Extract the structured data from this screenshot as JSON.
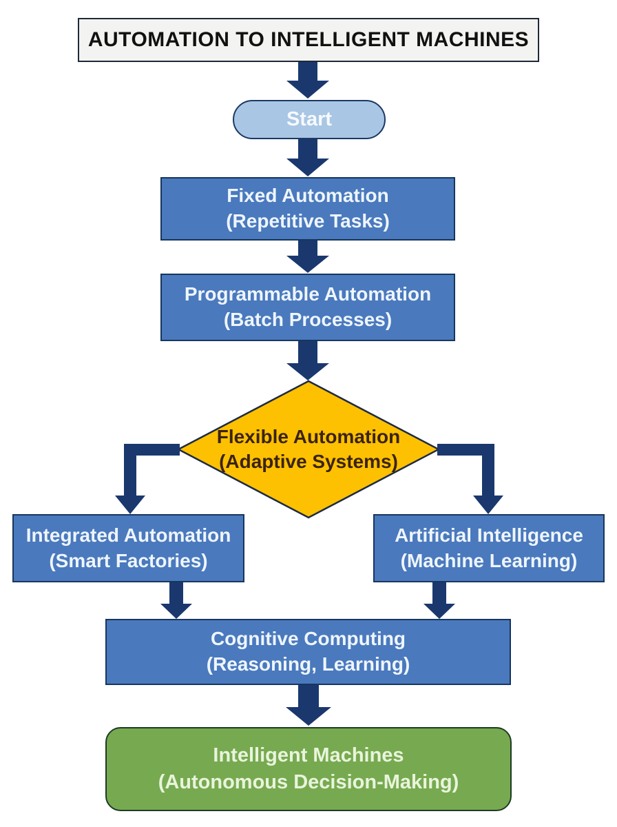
{
  "diagram": {
    "title": "AUTOMATION TO INTELLIGENT MACHINES",
    "nodes": {
      "start": {
        "type": "terminator",
        "label": "Start"
      },
      "fixed": {
        "type": "process",
        "line1": "Fixed Automation",
        "line2": "(Repetitive Tasks)"
      },
      "programmable": {
        "type": "process",
        "line1": "Programmable Automation",
        "line2": "(Batch Processes)"
      },
      "flexible": {
        "type": "decision",
        "line1": "Flexible Automation",
        "line2": "(Adaptive Systems)"
      },
      "integrated": {
        "type": "process",
        "line1": "Integrated Automation",
        "line2": "(Smart Factories)"
      },
      "ai": {
        "type": "process",
        "line1": "Artificial Intelligence",
        "line2": "(Machine Learning)"
      },
      "cognitive": {
        "type": "process",
        "line1": "Cognitive Computing",
        "line2": "(Reasoning, Learning)"
      },
      "intelligent": {
        "type": "end",
        "line1": "Intelligent Machines",
        "line2": "(Autonomous Decision-Making)"
      }
    },
    "edges": [
      {
        "from": "title",
        "to": "start"
      },
      {
        "from": "start",
        "to": "fixed"
      },
      {
        "from": "fixed",
        "to": "programmable"
      },
      {
        "from": "programmable",
        "to": "flexible"
      },
      {
        "from": "flexible",
        "to": "integrated"
      },
      {
        "from": "flexible",
        "to": "ai"
      },
      {
        "from": "integrated",
        "to": "cognitive"
      },
      {
        "from": "ai",
        "to": "cognitive"
      },
      {
        "from": "cognitive",
        "to": "intelligent"
      }
    ],
    "colors": {
      "process_fill": "#4a79bd",
      "process_border": "#16365c",
      "terminator_fill": "#a9c6e4",
      "decision_fill": "#fdc101",
      "decision_border": "#1e2a44",
      "decision_text": "#3b2310",
      "end_fill": "#77aa50",
      "end_text": "#e9f4dc",
      "arrow": "#1a386e",
      "title_fill": "#f3f3f1",
      "title_text": "#111111",
      "node_text": "#eef5fc",
      "background": "#ffffff"
    }
  }
}
